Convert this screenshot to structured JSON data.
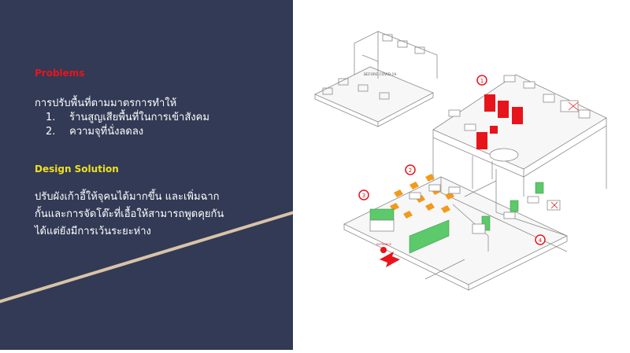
{
  "slide": {
    "problems_heading": "Problems",
    "problems_intro": "การปรับพื้นที่ตามมาตรการทำให้",
    "problems_items": [
      {
        "num": "1.",
        "text": "ร้านสูญเสียพื้นที่ในการเข้าสังคม"
      },
      {
        "num": "2.",
        "text": "ความจุที่นั่งลดลง"
      }
    ],
    "solution_heading": "Design Solution",
    "solution_lines": [
      "ปรับผังเก้าอี้ให้จุคนได้มากขึ้น และเพิ่มฉาก",
      "กั้นและการจัดโต๊ะที่เอื้อให้สามารถพูดคุยกัน",
      "ได้แต่ยังมีการเว้นระยะห่าง"
    ]
  },
  "diagram": {
    "before_label": "BEFORE COVID-19",
    "callouts": [
      "1",
      "2",
      "3",
      "4"
    ],
    "entrance_label": "ENTRANCE"
  },
  "colors": {
    "panel_bg": "#323a55",
    "problems_heading": "#e8141c",
    "solution_heading": "#f0e020",
    "stripe": "#d9c3a8",
    "callout": "#e8141c",
    "partition": "#5cc96a",
    "chair": "#f39a1a"
  }
}
